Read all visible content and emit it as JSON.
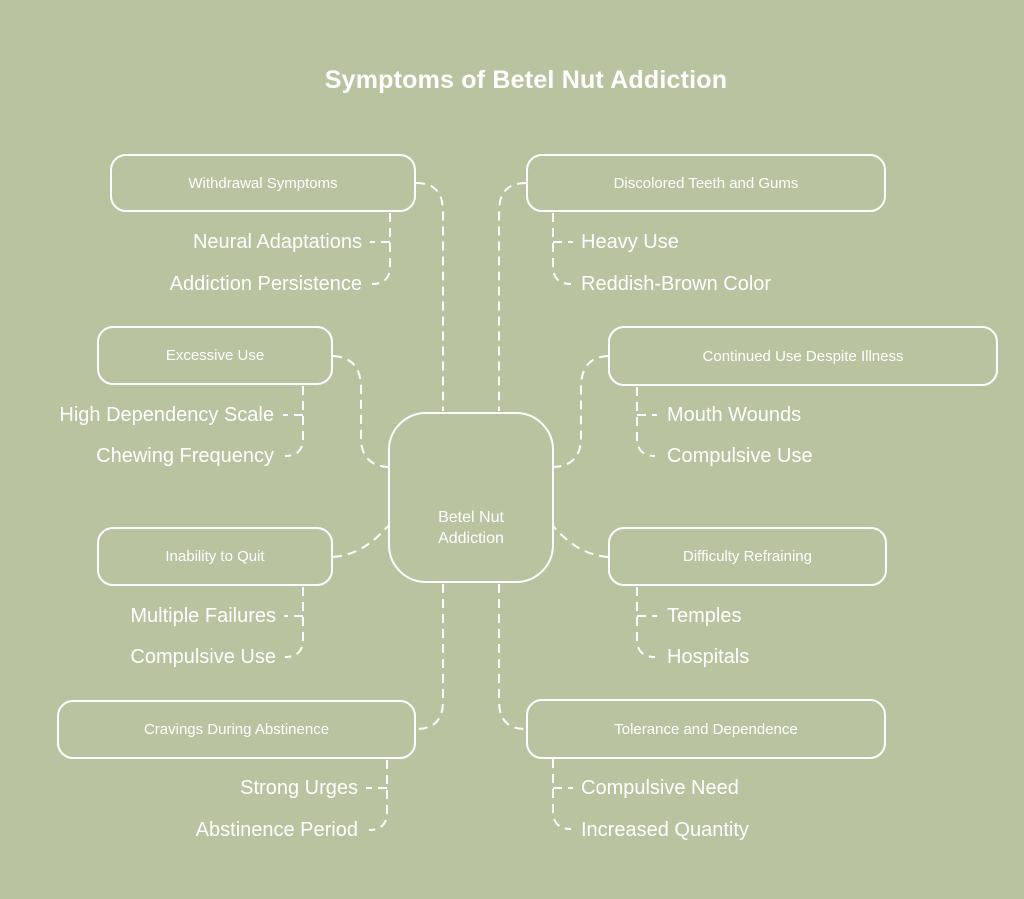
{
  "title": "Symptoms of Betel Nut Addiction",
  "center": {
    "label": "Betel Nut Addiction"
  },
  "branches": [
    {
      "label": "Withdrawal Symptoms",
      "side": "left",
      "children": [
        "Neural Adaptations",
        "Addiction Persistence"
      ]
    },
    {
      "label": "Excessive Use",
      "side": "left",
      "children": [
        "High Dependency Scale",
        "Chewing Frequency"
      ]
    },
    {
      "label": "Inability to Quit",
      "side": "left",
      "children": [
        "Multiple Failures",
        "Compulsive Use"
      ]
    },
    {
      "label": "Cravings During Abstinence",
      "side": "left",
      "children": [
        "Strong Urges",
        "Abstinence Period"
      ]
    },
    {
      "label": "Discolored Teeth and Gums",
      "side": "right",
      "children": [
        "Heavy Use",
        "Reddish-Brown Color"
      ]
    },
    {
      "label": "Continued Use Despite Illness",
      "side": "right",
      "children": [
        "Mouth Wounds",
        "Compulsive Use"
      ]
    },
    {
      "label": "Difficulty Refraining",
      "side": "right",
      "children": [
        "Temples",
        "Hospitals"
      ]
    },
    {
      "label": "Tolerance and Dependence",
      "side": "right",
      "children": [
        "Compulsive Need",
        "Increased Quantity"
      ]
    }
  ],
  "colors": {
    "background": "#b8c3a0",
    "line": "#ffffff",
    "text": "#ffffff"
  }
}
